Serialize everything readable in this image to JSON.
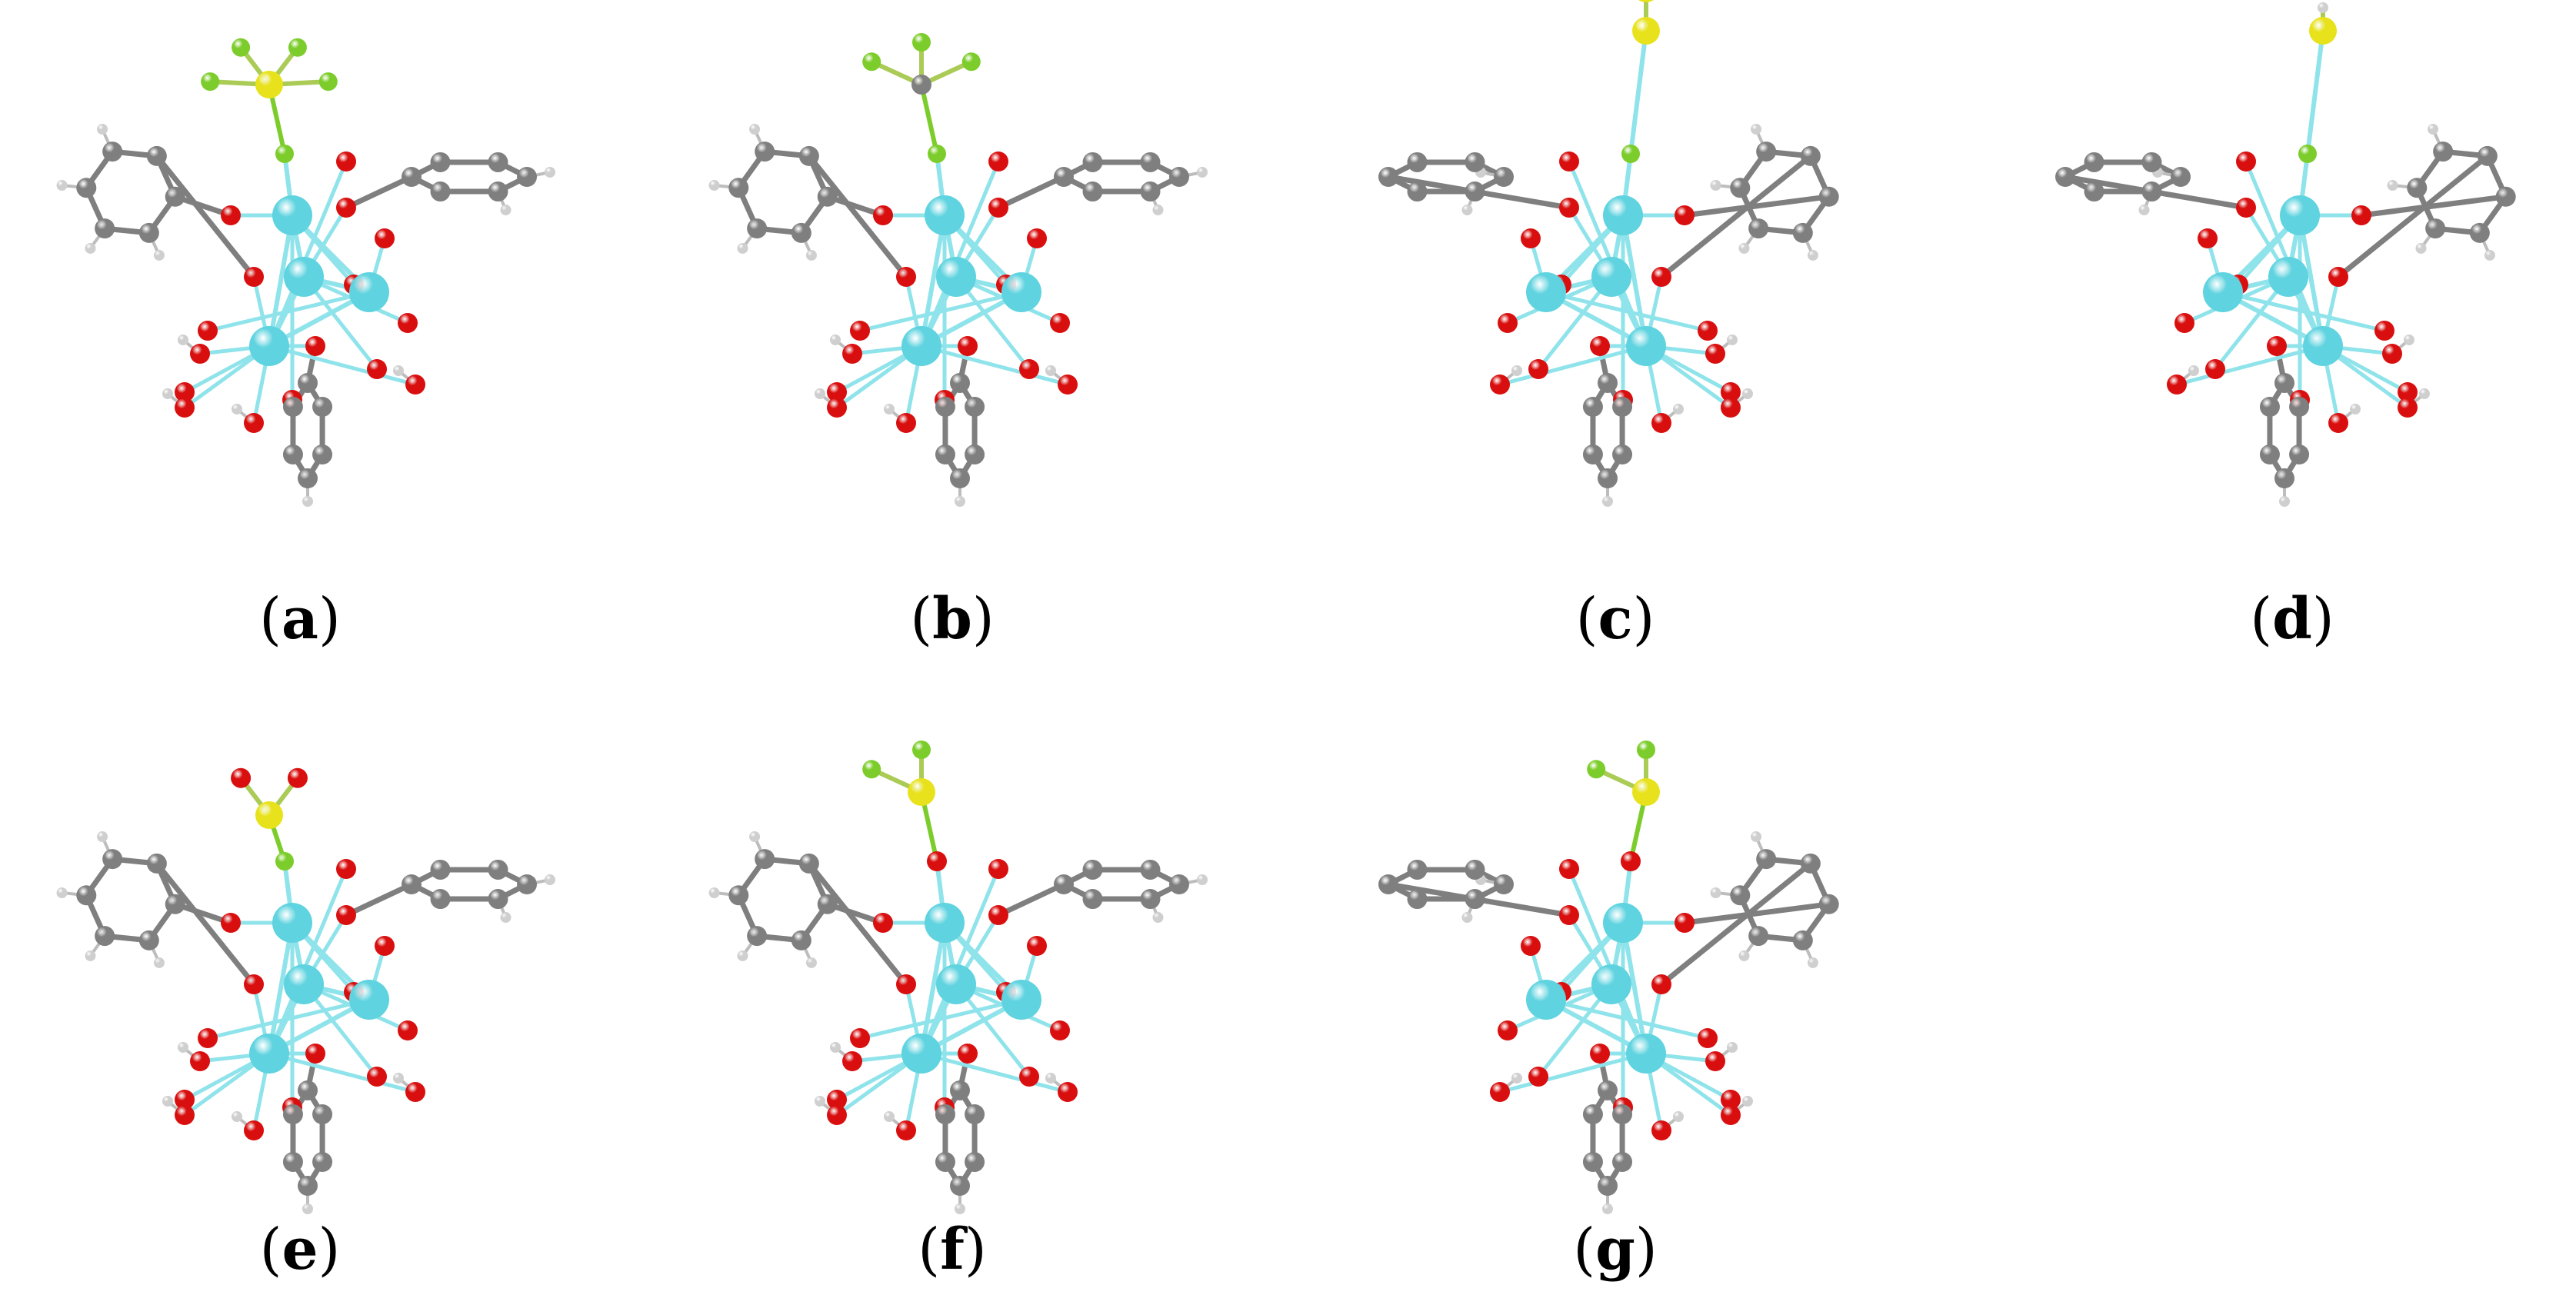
{
  "figure": {
    "panels": [
      {
        "id": "a",
        "paren_open": "(",
        "letter": "a",
        "paren_close": ")",
        "adsorbate_atoms": [
          "S",
          "F",
          "F",
          "F",
          "F"
        ]
      },
      {
        "id": "b",
        "paren_open": "(",
        "letter": "b",
        "paren_close": ")",
        "adsorbate_atoms": [
          "C",
          "F",
          "F",
          "F"
        ]
      },
      {
        "id": "c",
        "paren_open": "(",
        "letter": "c",
        "paren_close": ")",
        "adsorbate_atoms": [
          "S",
          "S"
        ]
      },
      {
        "id": "d",
        "paren_open": "(",
        "letter": "d",
        "paren_close": ")",
        "adsorbate_atoms": [
          "S",
          "H"
        ]
      },
      {
        "id": "e",
        "paren_open": "(",
        "letter": "e",
        "paren_close": ")",
        "adsorbate_atoms": [
          "S",
          "O",
          "O"
        ]
      },
      {
        "id": "f",
        "paren_open": "(",
        "letter": "f",
        "paren_close": ")",
        "adsorbate_atoms": [
          "S",
          "F",
          "F",
          "O"
        ]
      },
      {
        "id": "g",
        "paren_open": "(",
        "letter": "g",
        "paren_close": ")",
        "adsorbate_atoms": [
          "S",
          "F",
          "F",
          "O"
        ]
      }
    ]
  },
  "colors": {
    "metal": "#5fd3df",
    "oxygen": "#d90f0f",
    "carbon": "#7f7f7f",
    "hydrogen": "#e8e8e8",
    "sulfur": "#e8e21c",
    "fluorine": "#7ccd2c",
    "bond_metal": "#8fe3ea"
  }
}
